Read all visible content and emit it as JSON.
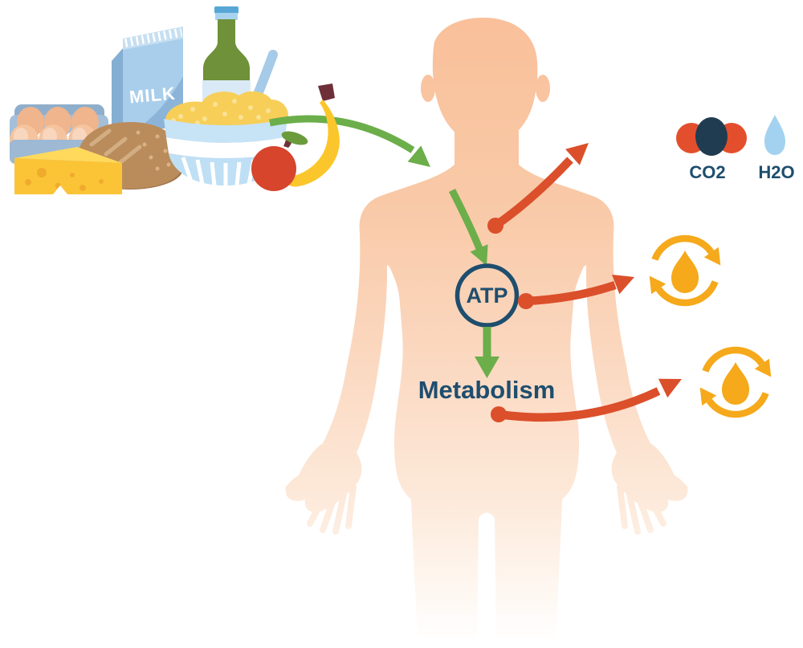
{
  "labels": {
    "milk": "MILK",
    "atp": "ATP",
    "metabolism": "Metabolism",
    "co2": "CO2",
    "h2o": "H2O"
  },
  "colors": {
    "arrow_green": "#6BAE4A",
    "arrow_red": "#DB4F2B",
    "energy_amber": "#F5A91B",
    "navy_text": "#1E4E6E",
    "co2_carbon_circle": "#203C50",
    "co2_oxygen_circle": "#E34F2D",
    "water_blue": "#A3D2F0",
    "body_skin_top": "#F9C09A",
    "milk_carton_blue": "#A9CEEB",
    "bottle_green": "#6E9139",
    "cereal_yellow": "#F7CE58",
    "cheese_yellow": "#FBC436",
    "bread_brown": "#BA8C5C",
    "apple_red": "#D6452C",
    "banana_yellow": "#FBC62B"
  },
  "icons": {
    "food_group": "assorted-foods (eggs, cheese, bread, milk carton, bottle, cereal bowl, apple, banana)",
    "body": "human-body-silhouette",
    "co2_molecule": "three-overlapping-circles",
    "h2o": "water-droplet",
    "energy": "flame-inside-circular-arrows",
    "intake_arrow": "curved-green-arrow",
    "output_arrow": "curved-red-arrow"
  }
}
